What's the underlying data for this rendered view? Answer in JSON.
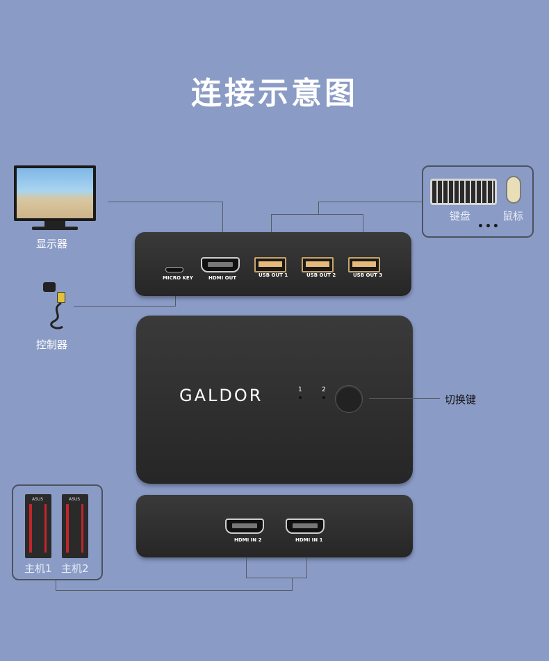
{
  "title": "连接示意图",
  "labels": {
    "monitor": "显示器",
    "controller": "控制器",
    "keyboard": "键盘",
    "mouse": "鼠标",
    "more": "•••",
    "switch_key": "切换键",
    "host1": "主机1",
    "host2": "主机2"
  },
  "back_panel": {
    "micro_key": "MICRO KEY",
    "hdmi_out": "HDMI OUT",
    "usb_out_1": "USB OUT 1",
    "usb_out_2": "USB OUT 2",
    "usb_out_3": "USB OUT 3"
  },
  "front_panel": {
    "brand": "GALDOR",
    "led1": "1",
    "led2": "2"
  },
  "input_panel": {
    "hdmi_in_2": "HDMI IN 2",
    "hdmi_in_1": "HDMI IN 1"
  },
  "colors": {
    "background": "#8a9bc6",
    "device": "#2c2c2c",
    "usb_port": "#e6b978",
    "tower_accent": "#c0262a"
  }
}
